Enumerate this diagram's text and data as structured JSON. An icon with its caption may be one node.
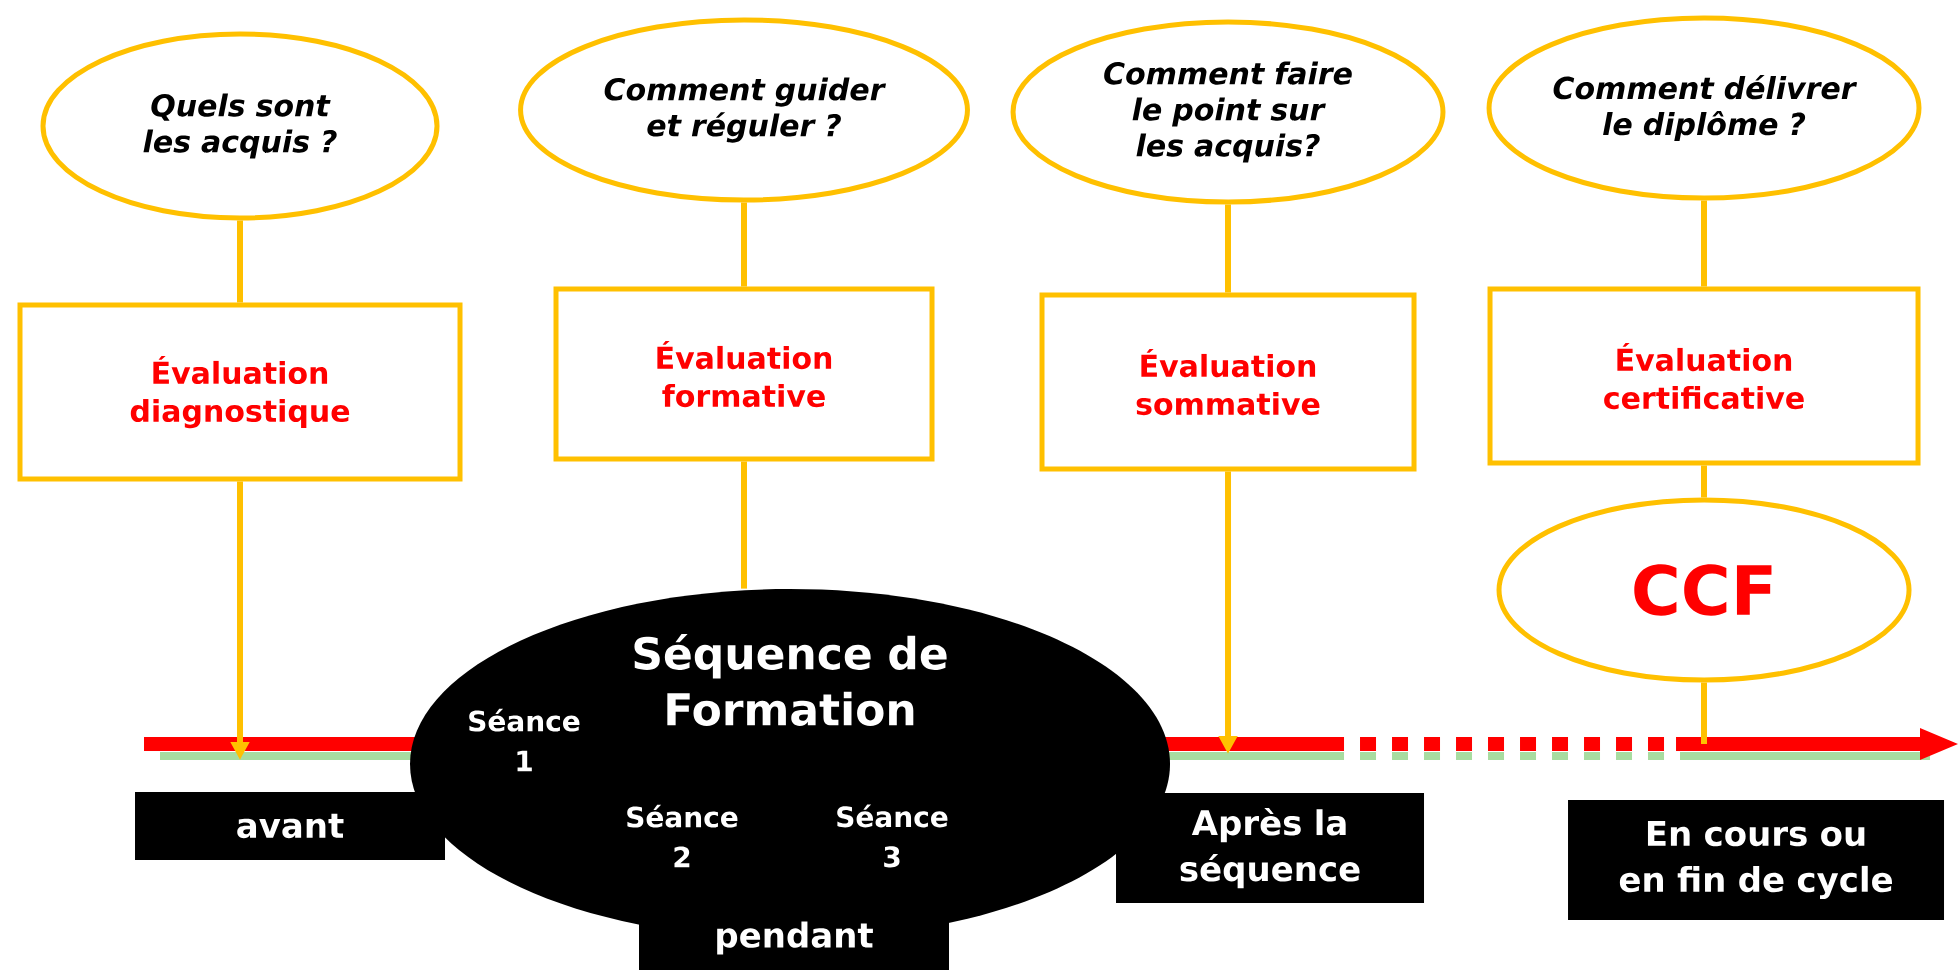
{
  "diagram": {
    "nodes": [
      {
        "text": [
          "Quels sont les acquis ?"
        ]
      },
      {
        "text": [
          "Comment guider et réguler ?"
        ]
      },
      {
        "text": [
          "Comment faire le point sur les acquis?"
        ]
      },
      {
        "text": [
          "Comment délivrer le diplôme ?"
        ]
      },
      {
        "text": [
          "Évaluation diagnostique"
        ]
      },
      {
        "text": [
          "Évaluation formative"
        ]
      },
      {
        "text": [
          "Évaluation sommative"
        ]
      },
      {
        "text": [
          "Évaluation certificative"
        ]
      },
      {
        "text": [
          "CCF"
        ]
      },
      {
        "text": [
          "Séquence de Formation",
          "Séance 1",
          "Séance 2",
          "Séance 3"
        ]
      },
      {
        "text": [
          "avant"
        ]
      },
      {
        "text": [
          "pendant"
        ]
      },
      {
        "text": [
          "Après la séquence"
        ]
      },
      {
        "text": [
          "En cours ou en fin de cycle"
        ]
      }
    ],
    "edges": [
      {
        "from": 0,
        "to": 4,
        "arrow": "none"
      },
      {
        "from": 1,
        "to": 5,
        "arrow": "none"
      },
      {
        "from": 2,
        "to": 6,
        "arrow": "none"
      },
      {
        "from": 3,
        "to": 7,
        "arrow": "none"
      },
      {
        "from": 7,
        "to": 8,
        "arrow": "none"
      },
      {
        "from": 4,
        "to": null,
        "arrow": "to"
      },
      {
        "from": 5,
        "to": 9,
        "arrow": "none"
      },
      {
        "from": 6,
        "to": null,
        "arrow": "to"
      },
      {
        "from": 8,
        "to": null,
        "arrow": "none"
      }
    ]
  }
}
